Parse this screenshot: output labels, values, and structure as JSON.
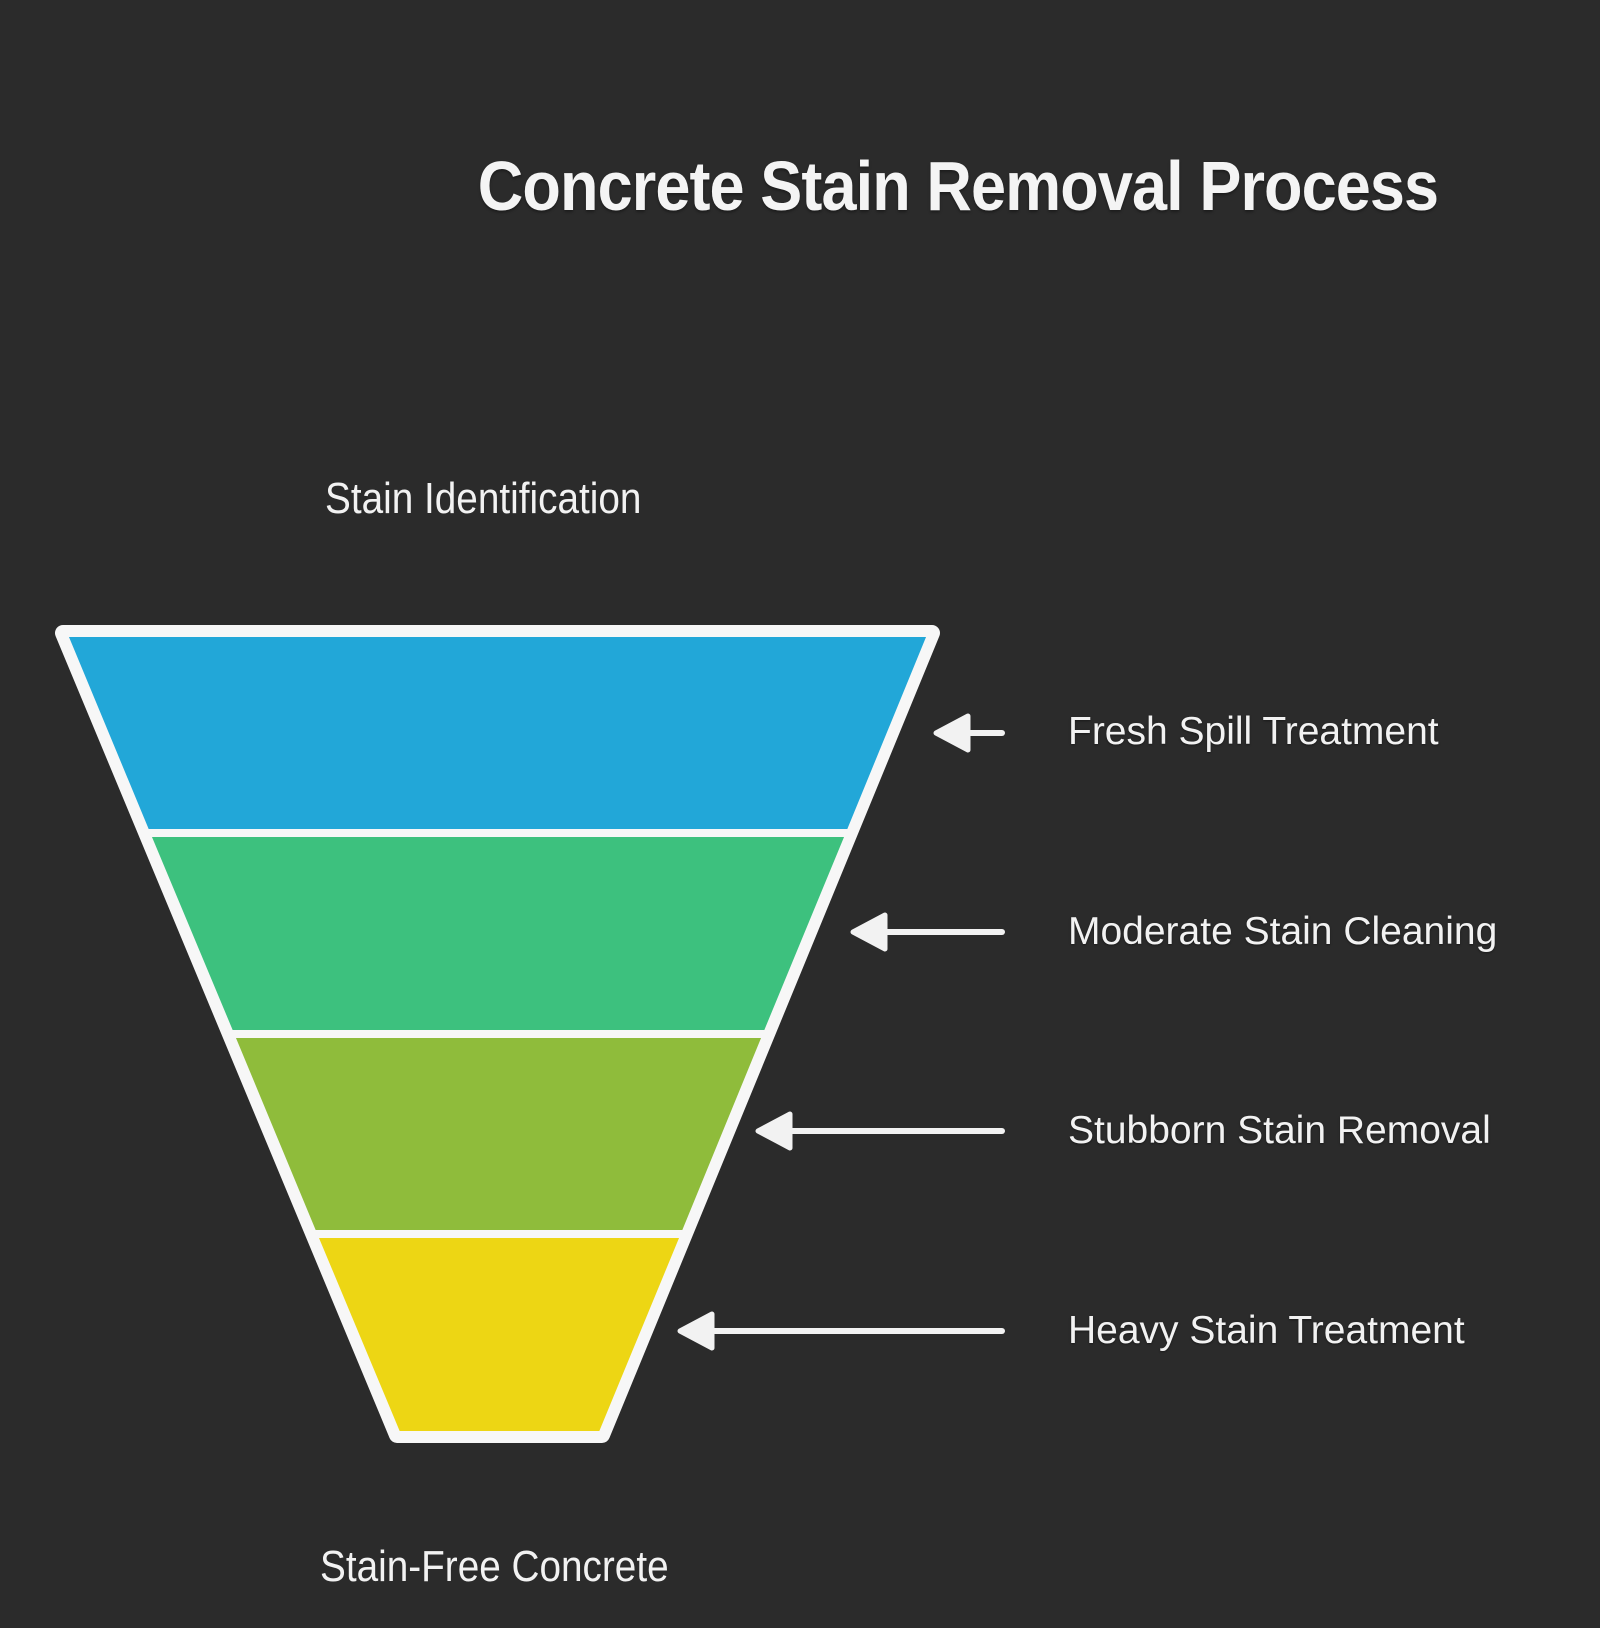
{
  "title": "Concrete Stain Removal Process",
  "funnel": {
    "entry_label": "Stain Identification",
    "exit_label": "Stain-Free Concrete",
    "stages": [
      {
        "label": "Fresh Spill Treatment",
        "color": "#22A7D8"
      },
      {
        "label": "Moderate Stain Cleaning",
        "color": "#3DC17E"
      },
      {
        "label": "Stubborn Stain Removal",
        "color": "#8FBC3B"
      },
      {
        "label": "Heavy Stain Treatment",
        "color": "#EDD614"
      }
    ]
  },
  "theme": {
    "background": "#2B2B2B",
    "text_color": "#F2F2F2",
    "funnel_outline": "#F7F7F7",
    "arrow_color": "#F2F2F2"
  }
}
